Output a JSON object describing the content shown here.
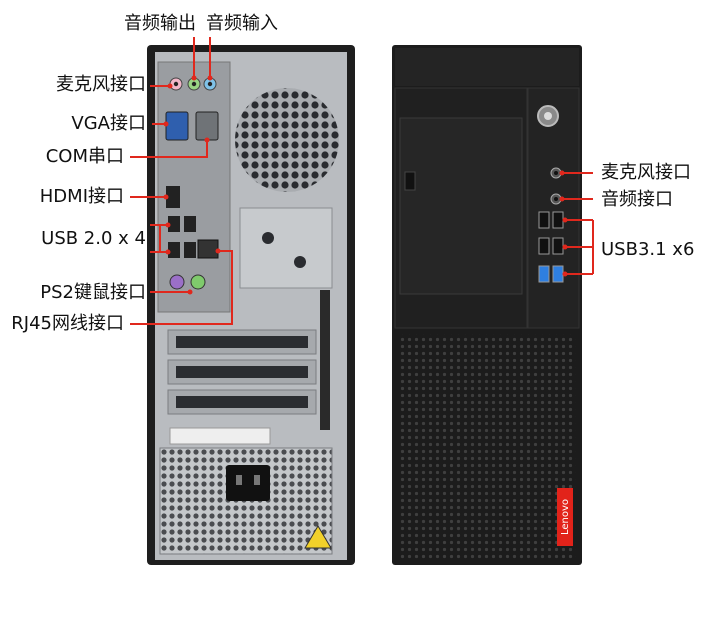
{
  "callouts_rear": {
    "audio_out": "音频输出",
    "audio_in": "音频输入",
    "mic": "麦克风接口",
    "vga": "VGA接口",
    "com": "COM串口",
    "hdmi": "HDMI接口",
    "usb2": "USB 2.0 x 4",
    "ps2": "PS2键鼠接口",
    "rj45": "RJ45网线接口"
  },
  "callouts_front": {
    "mic": "麦克风接口",
    "audio": "音频接口",
    "usb3": "USB3.1 x6"
  },
  "front_panel": {
    "brand_badge": "Lenovo"
  },
  "colors": {
    "callout_line": "#e0281d",
    "case_black": "#1c1c1c",
    "rear_metal": "#b9bcc0",
    "label_text": "#111111",
    "brand_red": "#e2231a",
    "usb3_blue": "#2f7fe0"
  }
}
